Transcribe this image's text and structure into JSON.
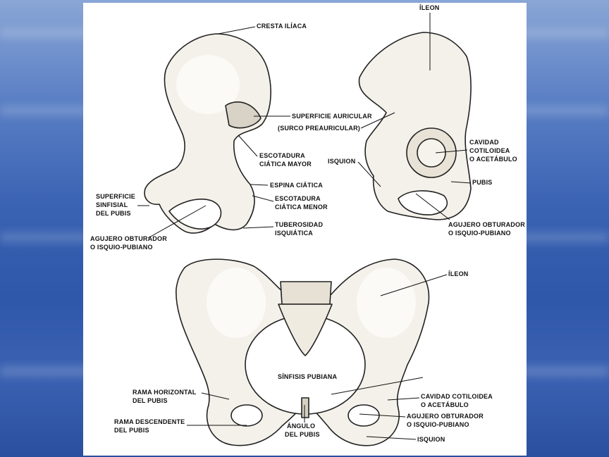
{
  "colors": {
    "background_top": "#8aa6d6",
    "background_bottom": "#2a4f9f",
    "panel": "#ffffff",
    "ink": "#111111"
  },
  "labels": {
    "cresta_iliaca": "CRESTA ILÍACA",
    "superficie_auricular": "SUPERFICIE AURICULAR",
    "surco_preauricular": "(SURCO PREAURICULAR)",
    "escotadura_mayor_1": "ESCOTADURA",
    "escotadura_mayor_2": "CIÁTICA MAYOR",
    "espina_ciatica": "ESPINA CIÁTICA",
    "escotadura_menor_1": "ESCOTADURA",
    "escotadura_menor_2": "CIÁTICA MENOR",
    "tuberosidad_1": "TUBEROSIDAD",
    "tuberosidad_2": "ISQUIÁTICA",
    "superficie_sinfisial_1": "SUPERFICIE",
    "superficie_sinfisial_2": "SINFISIAL",
    "superficie_sinfisial_3": "DEL PUBIS",
    "agujero_left_1": "AGUJERO OBTURADOR",
    "agujero_left_2": "O ISQUIO-PUBIANO",
    "ileon_top": "ÍLEON",
    "cavidad_top_1": "CAVIDAD",
    "cavidad_top_2": "COTILOIDEA",
    "cavidad_top_3": "O ACETÁBULO",
    "isquion_top": "ISQUION",
    "pubis_top": "PUBIS",
    "agujero_right_1": "AGUJERO OBTURADOR",
    "agujero_right_2": "O ISQUIO-PUBIANO",
    "ileon_bottom": "ÍLEON",
    "sinfisis": "SÍNFISIS PUBIANA",
    "rama_horizontal_1": "RAMA HORIZONTAL",
    "rama_horizontal_2": "DEL PUBIS",
    "cavidad_bottom_1": "CAVIDAD COTILOIDEA",
    "cavidad_bottom_2": "O ACETÁBULO",
    "agujero_bottom_1": "AGUJERO OBTURADOR",
    "agujero_bottom_2": "O ISQUIO-PUBIANO",
    "rama_descendente_1": "RAMA DESCENDENTE",
    "rama_descendente_2": "DEL PUBIS",
    "angulo_1": "ÁNGULO",
    "angulo_2": "DEL PUBIS",
    "isquion_bottom": "ISQUION"
  }
}
